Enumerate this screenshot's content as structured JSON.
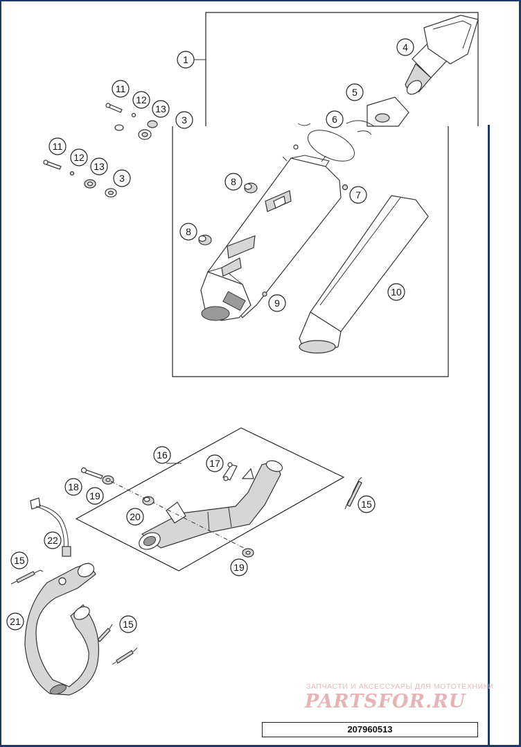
{
  "drawing": {
    "number": "207960513",
    "watermark_line1": "ЗАПЧАСТИ И АКСЕССУАРЫ ДЛЯ МОТОТЕХНИКИ",
    "watermark_line2": "PARTSFOR.RU",
    "colors": {
      "frame": "#1c3a63",
      "watermark": "#e6b4b6",
      "line": "#333333"
    }
  },
  "callouts": {
    "c1": "1",
    "c4": "4",
    "c5": "5",
    "c6": "6",
    "c11a": "11",
    "c12a": "12",
    "c13a": "13",
    "c3a": "3",
    "c11b": "11",
    "c12b": "12",
    "c13b": "13",
    "c3b": "3",
    "c8a": "8",
    "c7": "7",
    "c8b": "8",
    "c9": "9",
    "c10": "10",
    "c16": "16",
    "c17": "17",
    "c18": "18",
    "c19a": "19",
    "c15a": "15",
    "c20": "20",
    "c19b": "19",
    "c22": "22",
    "c15b": "15",
    "c21": "21",
    "c15c": "15"
  }
}
